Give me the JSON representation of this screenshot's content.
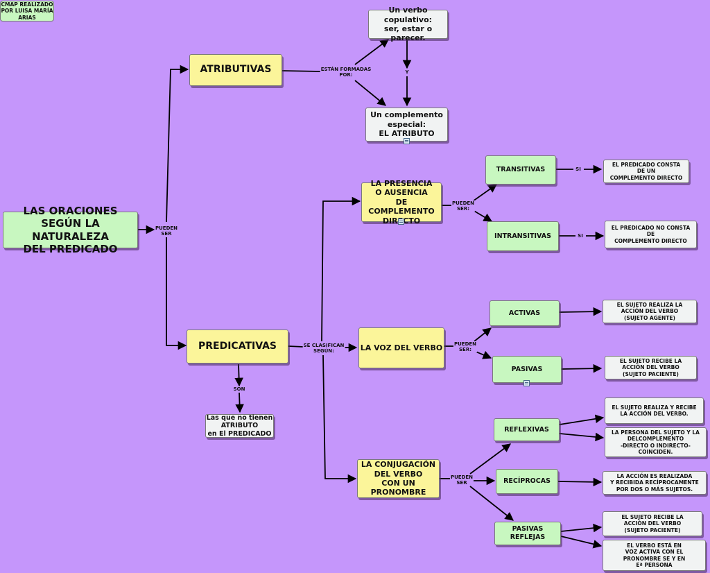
{
  "credit": "CMAP REALIZADO\nPOR LUISA MARÍA\nARIAS",
  "concepts": {
    "root": "LAS ORACIONES\nSEGÚN LA NATURALEZA\nDEL PREDICADO",
    "atributivas": "ATRIBUTIVAS",
    "predicativas": "PREDICATIVAS",
    "verbo_copulativo": "Un verbo copulativo:\nser, estar o\nparecer.",
    "complemento_especial": "Un complemento\nespecial:\nEL ATRIBUTO",
    "sin_atributo": "Las que no tienen\nATRIBUTO\nen El PREDICADO",
    "presencia_cd": "LA PRESENCIA\nO AUSENCIA\nDE COMPLEMENTO\nDIRECTO",
    "voz_verbo": "LA VOZ DEL VERBO",
    "conjugacion": "LA CONJUGACIÓN\nDEL VERBO\nCON UN\nPRONOMBRE",
    "transitivas": "TRANSITIVAS",
    "intransitivas": "INTRANSITIVAS",
    "activas": "ACTIVAS",
    "pasivas": "PASIVAS",
    "reflexivas": "REFLEXIVAS",
    "reciprocas": "RECÍPROCAS",
    "pasivas_reflejas": "PASIVAS REFLEJAS",
    "def_transitivas": "EL PREDICADO CONSTA\nDE UN\nCOMPLEMENTO DIRECTO",
    "def_intransitivas": "EL PREDICADO NO  CONSTA\nDE\nCOMPLEMENTO DIRECTO",
    "def_activas": "EL SUJETO REALIZA LA\nACCIÓN DEL VERBO\n(SUJETO AGENTE)",
    "def_pasivas": "EL SUJETO RECIBE LA\nACCIÓN DEL VERBO\n(SUJETO PACIENTE)",
    "def_reflexivas_1": "EL SUJETO REALIZA Y RECIBE\nLA ACCIÓN DEL VERBO.",
    "def_reflexivas_2": "LA PERSONA DEL  SUJETO Y LA\nDELCOMPLEMENTO\n-DIRECTO O INDIRECTO-\nCOINCIDEN.",
    "def_reciprocas": "LA ACCIÓN ES REALIZADA\nY RECIBIDA RECÍPROCAMENTE\nPOR DOS O MÁS SUJETOS.",
    "def_pasivas_reflejas_1": "EL SUJETO RECIBE LA\nACCIÓN DEL VERBO\n(SUJETO PACIENTE)",
    "def_pasivas_reflejas_2": "EL VERBO ESTÁ EN\nVOZ ACTIVA CON EL\nPRONOMBRE SE Y EN\nEª PERSONA"
  },
  "links": {
    "pueden_ser_root": "PUEDEN\nSER",
    "estan_formadas": "ESTÁN FORMADAS\nPOR:",
    "y": "Y",
    "son": "SON",
    "se_clasifican": "SE CLASIFICAN\nSEGÚN:",
    "pueden_ser_cd": "PUEDEN\nSER:",
    "pueden_ser_voz": "PUEDEN\nSER:",
    "pueden_ser_conj": "PUEDEN\nSER",
    "si_transitivas": "SI",
    "si_intransitivas": "SI"
  },
  "colors": {
    "background": "#c596fb",
    "concept_green": "#c8f7c0",
    "concept_yellow": "#fbf59a",
    "concept_white": "#f1f3f3"
  }
}
